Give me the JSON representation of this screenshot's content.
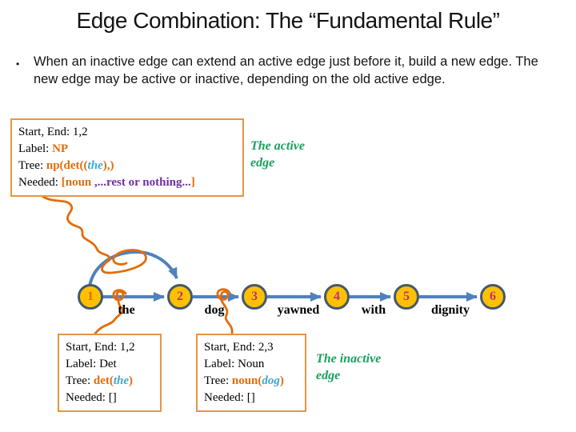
{
  "slide": {
    "title": "Edge Combination: The “Fundamental Rule”",
    "bullet_glyph": "•",
    "bullet": "When an inactive edge can extend an active edge just before it, build a new edge. The new edge may be active or inactive, depending on the old active edge."
  },
  "captions": {
    "active": {
      "line1": "The active",
      "line2": "edge"
    },
    "inactive": {
      "line1": "The inactive",
      "line2": "edge"
    }
  },
  "boxes": {
    "np": {
      "start_end": "Start, End: 1,2",
      "label_key": "Label: ",
      "label_val": "NP",
      "tree_key": "Tree: ",
      "tree_open": "np(det((",
      "tree_word": "the",
      "tree_close": "),)",
      "needed_key": "Needed: ",
      "needed_open": "[",
      "needed_head": "noun ",
      "needed_tail": ",...rest or nothing...",
      "needed_close": "]"
    },
    "det": {
      "start_end": "Start, End: 1,2",
      "label": "Label: Det",
      "tree_key": "Tree: ",
      "tree_open": "det(",
      "tree_word": "the",
      "tree_close": ")",
      "needed": "Needed: []"
    },
    "noun": {
      "start_end": "Start, End: 2,3",
      "label": "Label: Noun",
      "tree_key": "Tree: ",
      "tree_open": "noun(",
      "tree_word": "dog",
      "tree_close": ")",
      "needed": "Needed: []"
    }
  },
  "diagram": {
    "nodes": [
      "1",
      "2",
      "3",
      "4",
      "5",
      "6"
    ],
    "words": [
      "the",
      "dog",
      "yawned",
      "with",
      "dignity"
    ]
  },
  "colors": {
    "accent_orange": "#E36C0A",
    "word_blue": "#3EA7CF",
    "needed_purple": "#7030A0",
    "caption_green": "#1AA05E",
    "node_fill": "#FFC000",
    "node_border": "#46586A",
    "edge_blue": "#4F81BD",
    "box_border": "#E89440",
    "number_magenta": "#BE2F80"
  }
}
